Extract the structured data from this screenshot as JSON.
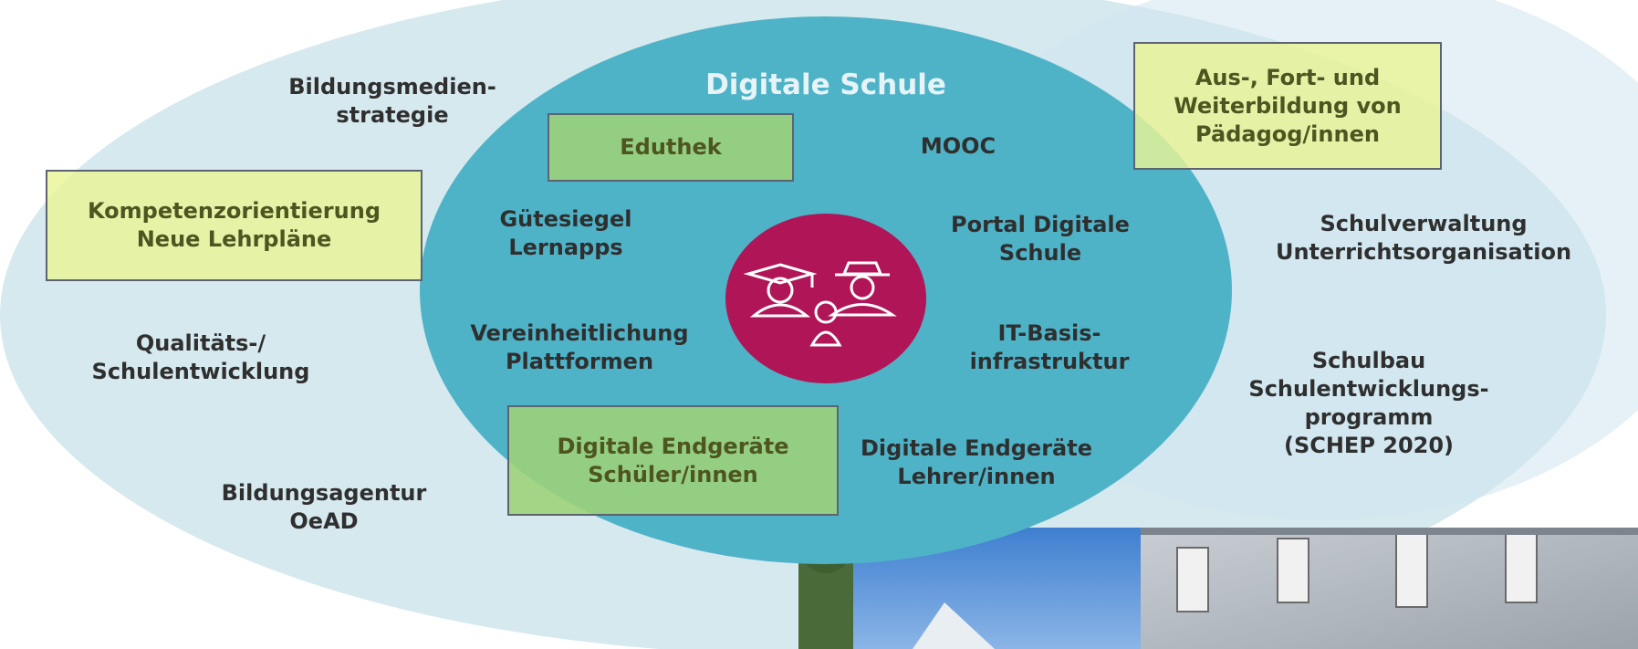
{
  "inner_title": "Digitale Schule",
  "outer_left_labels": {
    "bildungsmedien": [
      "Bildungsmedien-",
      "strategie"
    ],
    "qualitaet": [
      "Qualitäts-/",
      "Schulentwicklung"
    ],
    "bildungsagentur": [
      "Bildungsagentur",
      "OeAD"
    ]
  },
  "outer_right_labels": {
    "schulverwaltung": [
      "Schulverwaltung",
      "Unterrichtsorganisation"
    ],
    "schulbau": [
      "Schulbau",
      "Schulentwicklungs-",
      "programm",
      "(SCHEP 2020)"
    ]
  },
  "inner_labels": {
    "mooc": [
      "MOOC"
    ],
    "guetesiegel": [
      "Gütesiegel",
      "Lernapps"
    ],
    "portal": [
      "Portal Digitale",
      "Schule"
    ],
    "vereinheitlichung": [
      "Vereinheitlichung",
      "Plattformen"
    ],
    "it_basis": [
      "IT-Basis-",
      "infrastruktur"
    ],
    "endgeraete_lehrer": [
      "Digitale Endgeräte",
      "Lehrer/innen"
    ]
  },
  "highlight_boxes": {
    "kompetenz": [
      "Kompetenzorientierung",
      "Neue Lehrpläne"
    ],
    "eduthek": [
      "Eduthek"
    ],
    "ausbildung": [
      "Aus-, Fort- und",
      "Weiterbildung von",
      "Pädagog/innen"
    ],
    "endgeraete_schueler": [
      "Digitale Endgeräte",
      "Schüler/innen"
    ]
  },
  "colors": {
    "outer_ellipse": "#d6e9ef",
    "right_ellipse": "#cfe6ee",
    "inner_circle": "#4fb3c8",
    "center_circle": "#b01657",
    "highlight_yellow": "#e9f496",
    "highlight_green": "#9dd278"
  },
  "icons": [
    "graduate-icon",
    "teacher-icon",
    "student-icon"
  ]
}
